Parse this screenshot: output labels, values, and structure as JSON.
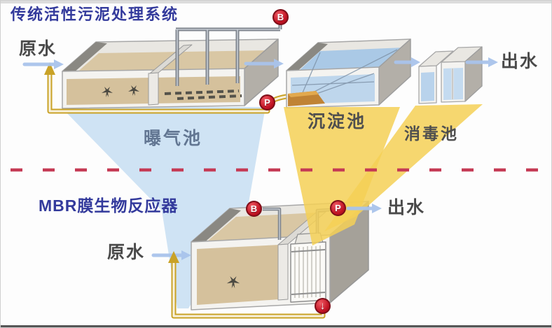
{
  "top_system": {
    "title": "传统活性污泥处理系统",
    "influent": "原水",
    "effluent": "出水",
    "aeration_tank": "曝气池",
    "sedimentation_tank": "沉淀池",
    "disinfection_tank": "消毒池",
    "blower_badge": "B",
    "pump_badge": "P"
  },
  "bottom_system": {
    "title": "MBR膜生物反应器",
    "influent": "原水",
    "effluent": "出水",
    "blower_badge": "B",
    "pump_badge": "P",
    "drain_badge": "↓"
  },
  "colors": {
    "title_blue": "#333a9c",
    "label_gray": "#4a4a4a",
    "aeration_label_blue_gray": "#627692",
    "flow_arrow_blue": "#a9c4ec",
    "return_pipe_yellow": "#c9a227",
    "air_pipe_gray": "#7d838c",
    "beam_blue": "#cfe3f4",
    "beam_yellow": "#f4d056",
    "badge_red": "#c01222",
    "divider_red": "#c53b55",
    "mixed_liquor_tan": "#d9c7a4",
    "clear_water_blue": "#bed6ec"
  }
}
